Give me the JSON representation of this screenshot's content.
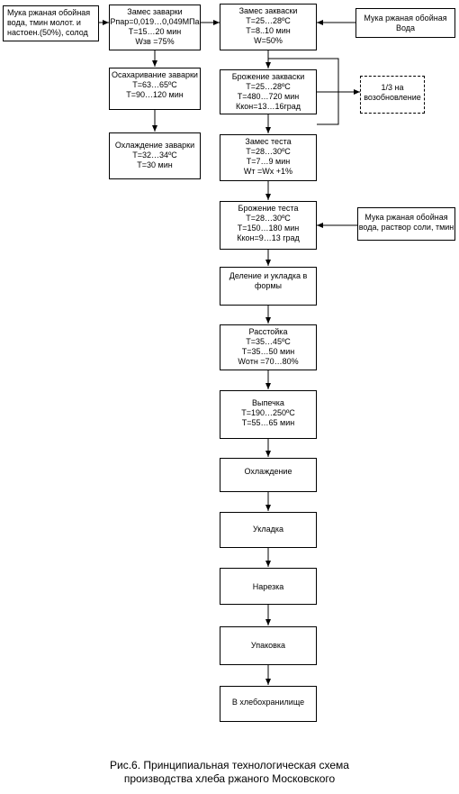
{
  "boxes": {
    "flour_water_left": {
      "lines": [
        "Мука ржаная обойная",
        "вода, тмин молот. и",
        "настоен.(50%), солод"
      ]
    },
    "zavarka_mix": {
      "lines": [
        "Замес заварки",
        "Рпар=0,019…0,049МПа",
        "Т=15…20 мин",
        "Wзв =75%"
      ]
    },
    "saccharification": {
      "lines": [
        "Осахаривание заварки",
        "Т=63…65ºС",
        "Т=90…120 мин"
      ]
    },
    "zavarka_cooling": {
      "lines": [
        "Охлаждение заварки",
        "Т=32…34ºС",
        "Т=30 мин"
      ]
    },
    "starter_mix": {
      "lines": [
        "Замес закваски",
        "Т=25…28ºС",
        "Т=8..10 мин",
        "W=50%"
      ]
    },
    "flour_water_right": {
      "lines": [
        "Мука ржаная обойная",
        "Вода"
      ]
    },
    "starter_fermentation": {
      "lines": [
        "Брожение закваски",
        "Т=25…28ºС",
        "Т=480…720 мин",
        "Ккон=13…16град"
      ]
    },
    "renewal": {
      "lines": [
        "1/3 на",
        "возобновление"
      ]
    },
    "dough_mix": {
      "lines": [
        "Замес теста",
        "Т=28…30ºС",
        "Т=7…9 мин",
        "Wт =Wх +1%"
      ]
    },
    "dough_fermentation": {
      "lines": [
        "Брожение теста",
        "Т=28…30ºС",
        "Т=150…180 мин",
        "Ккон=9…13 град"
      ]
    },
    "flour_salt": {
      "lines": [
        "Мука ржаная обойная",
        "вода, раствор соли, тмин"
      ]
    },
    "dividing": {
      "lines": [
        "Деление и укладка в",
        "формы"
      ]
    },
    "proofing": {
      "lines": [
        "Расстойка",
        "Т=35…45ºС",
        "Т=35…50 мин",
        "Wотн =70…80%"
      ]
    },
    "baking": {
      "lines": [
        "Выпечка",
        "Т=190…250ºС",
        "Т=55…65 мин"
      ]
    },
    "cooling": {
      "lines": [
        "Охлаждение"
      ]
    },
    "packing_trays": {
      "lines": [
        "Укладка"
      ]
    },
    "slicing": {
      "lines": [
        "Нарезка"
      ]
    },
    "packaging": {
      "lines": [
        "Упаковка"
      ]
    },
    "storage": {
      "lines": [
        "В хлебохранилище"
      ]
    }
  },
  "caption": {
    "line1": "Рис.6. Принципиальная технологическая схема",
    "line2": "производства хлеба ржаного Московского"
  }
}
